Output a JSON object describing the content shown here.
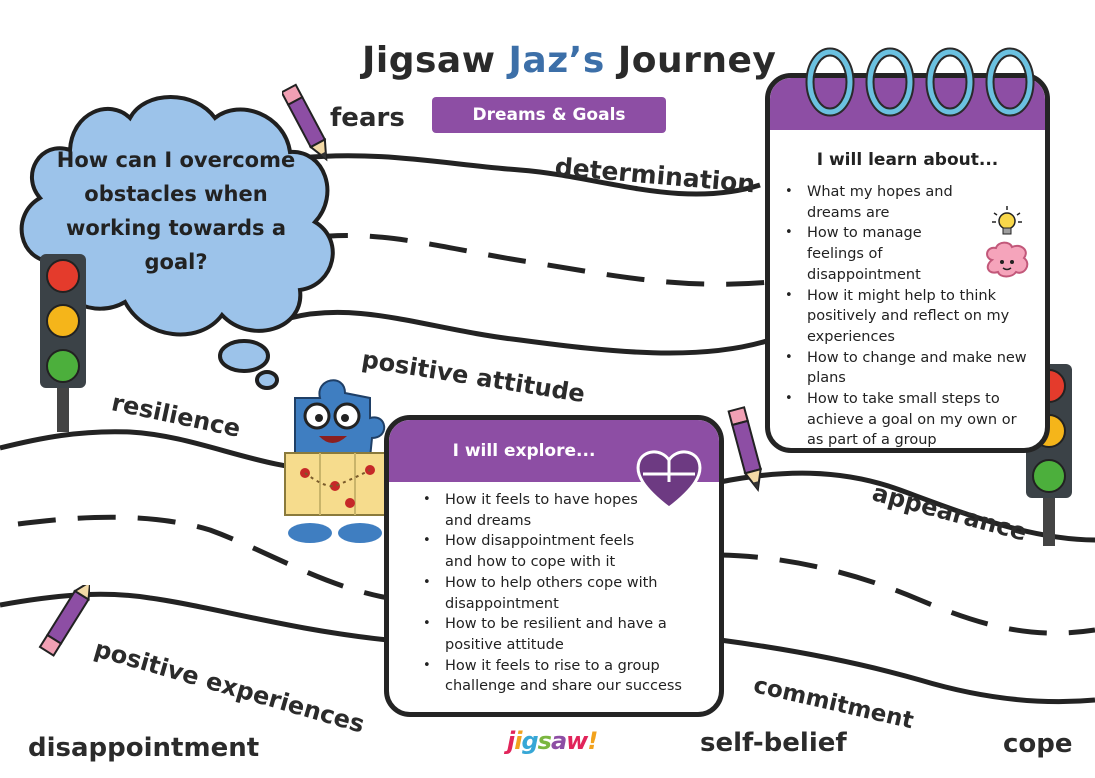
{
  "title": {
    "part1": "Jigsaw",
    "part2": "Jaz’s",
    "part3": "Journey"
  },
  "topic_pill": "Dreams & Goals",
  "question": "How can I overcome obstacles when working towards a goal?",
  "path_words": {
    "fears": "fears",
    "determination": "determination",
    "positive_attitude": "positive attitude",
    "resilience": "resilience",
    "appearance": "appearance",
    "positive_experiences": "positive experiences",
    "commitment": "commitment",
    "disappointment": "disappointment",
    "self_belief": "self-belief",
    "cope": "cope"
  },
  "learn_card": {
    "heading": "I will learn about...",
    "items": [
      "What my hopes and dreams are",
      "How to manage feelings of disappointment",
      "How it might help to think positively and reflect on my experiences",
      "How to change and make new plans",
      "How to take small steps to achieve a goal on my own or as part of a group"
    ]
  },
  "explore_card": {
    "heading": "I will explore...",
    "items": [
      "How it feels to have hopes and dreams",
      "How disappointment feels and how to cope with it",
      "How to help others cope with disappointment",
      "How to be resilient and have a positive attitude",
      "How it feels to rise to a group challenge and share our success"
    ]
  },
  "logo": {
    "letters": [
      "j",
      "i",
      "g",
      "s",
      "a",
      "w",
      "!"
    ]
  },
  "colors": {
    "purple": "#8d4ea4",
    "cloud": "#9cc3ea",
    "jaz_blue": "#3c6fa8",
    "traffic_red": "#e43b2c",
    "traffic_amber": "#f5b51a",
    "traffic_green": "#4caf3c"
  },
  "icons": [
    "pencil-icon",
    "lightbulb-icon",
    "brain-icon",
    "heart-puzzle-icon",
    "traffic-light-icon",
    "puzzle-character-icon",
    "spiral-binding-icon"
  ]
}
